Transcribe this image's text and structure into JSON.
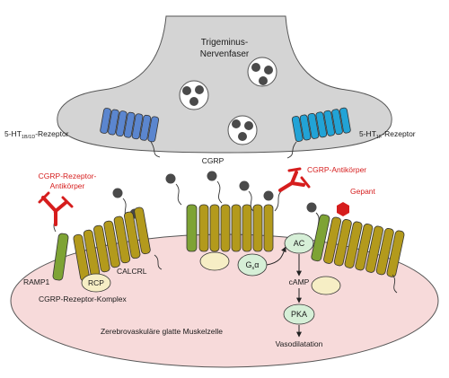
{
  "nerve": {
    "line1": "Trigeminus-",
    "line2": "Nervenfaser"
  },
  "receptors": {
    "left": {
      "main": "5-HT",
      "sub": "1B/1D",
      "suffix": "-Rezeptor"
    },
    "right": {
      "main": "5-HT",
      "sub": "1F",
      "suffix": "-Rezeptor"
    }
  },
  "cgrp": "CGRP",
  "antibody_left": {
    "line1": "CGRP-Rezeptor-",
    "line2": "Antikörper"
  },
  "antibody_right": "CGRP-Antikörper",
  "gepant": "Gepant",
  "ramp1": "RAMP1",
  "rcp": "RCP",
  "calcrl": "CALCRL",
  "complex": "CGRP-Rezeptor-Komplex",
  "cell": "Zerebrovaskuläre glatte Muskelzelle",
  "signaling": {
    "g_protein": {
      "main": "G",
      "sub": "s",
      "suffix": "α"
    },
    "ac": "AC",
    "camp": "cAMP",
    "pka": "PKA",
    "vasodilatation": "Vasodilatation"
  },
  "colors": {
    "nerve_fill": "#d4d4d4",
    "cell_fill": "#f7dada",
    "receptor_left": "#5b86cf",
    "receptor_right": "#22a3d6",
    "calcrl": "#b39a1c",
    "ramp1": "#7ea334",
    "rcp": "#f6eec5",
    "node_fill": "#d6efd7",
    "antibody": "#d61d1d",
    "cgrp_dot": "#4a4a4a"
  }
}
